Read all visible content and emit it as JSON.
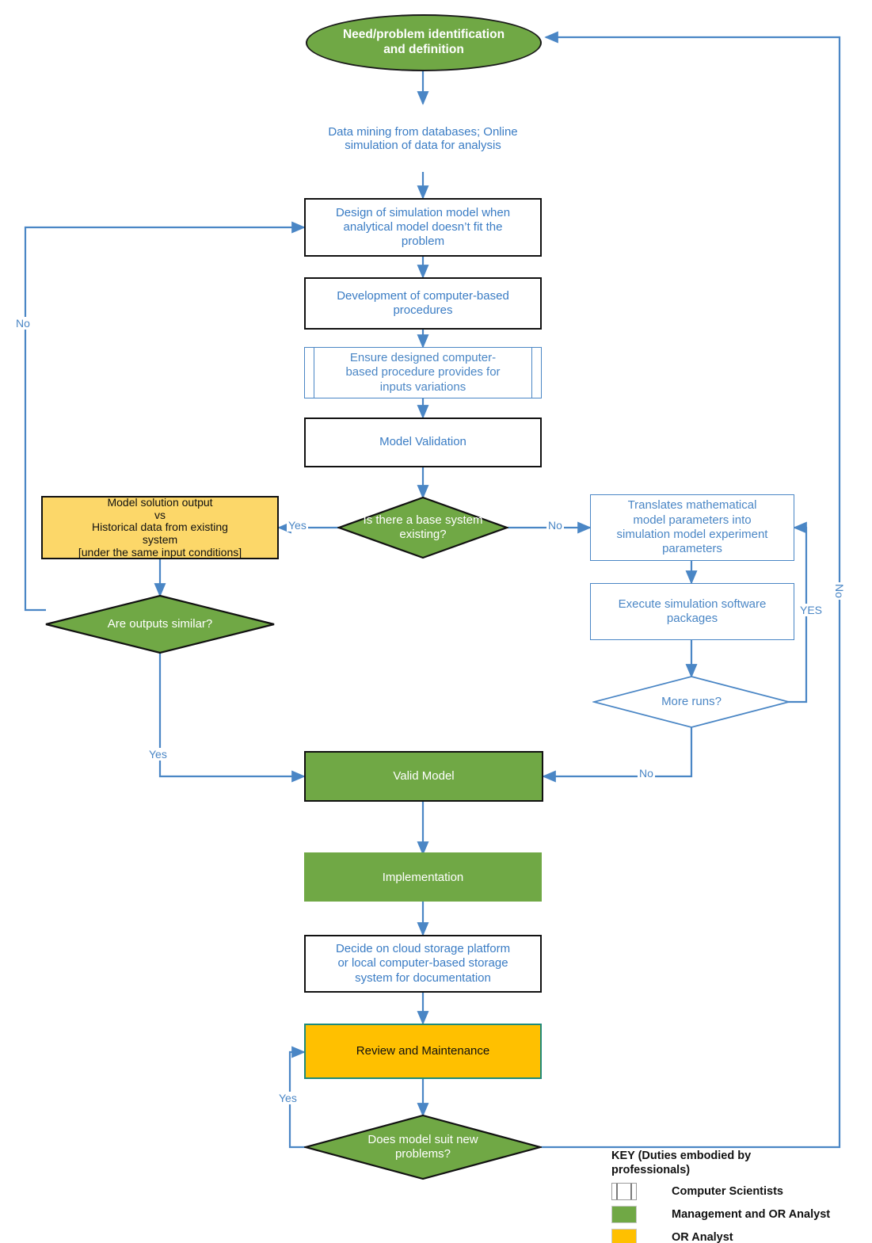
{
  "diagram": {
    "title": "Simulation modelling process flowchart",
    "colors": {
      "green": "#70A845",
      "orange": "#FFC000",
      "yellow": "#FCD769",
      "blue_line": "#4a86c5",
      "blue_text": "#3a7cc4",
      "black": "#111111",
      "teal_border": "#1f8a7a"
    },
    "nodes": [
      {
        "id": "need",
        "shape": "ellipse",
        "label": "Need/problem identification\nand definition"
      },
      {
        "id": "datamining",
        "shape": "parallelogram",
        "label": "Data mining from databases;\nOnline simulation of data for\nanalysis"
      },
      {
        "id": "design",
        "shape": "process",
        "label": "Design of simulation model when\nanalytical model doesn’t fit the\nproblem"
      },
      {
        "id": "develop",
        "shape": "process",
        "label": "Development of computer-based\nprocedures"
      },
      {
        "id": "ensure",
        "shape": "predefined-process",
        "label": "Ensure designed computer-\nbased procedure provides for\ninputs variations"
      },
      {
        "id": "validation",
        "shape": "process",
        "label": "Model Validation"
      },
      {
        "id": "basesystem",
        "shape": "decision",
        "label": "Is there a base system\nexisting?"
      },
      {
        "id": "compare",
        "shape": "process",
        "label": "Model solution output\nvs\nHistorical data from existing\nsystem\n[under the same input conditions]"
      },
      {
        "id": "similar",
        "shape": "decision",
        "label": "Are outputs similar?"
      },
      {
        "id": "translate",
        "shape": "process",
        "label": "Translates mathematical\nmodel parameters into\nsimulation model experiment\nparameters"
      },
      {
        "id": "execute",
        "shape": "process",
        "label": "Execute simulation software\npackages"
      },
      {
        "id": "moreruns",
        "shape": "decision",
        "label": "More runs?"
      },
      {
        "id": "validmodel",
        "shape": "process",
        "label": "Valid Model"
      },
      {
        "id": "implement",
        "shape": "parallelogram",
        "label": "Implementation"
      },
      {
        "id": "storage",
        "shape": "process",
        "label": "Decide on cloud storage platform\nor local computer-based storage\nsystem for documentation"
      },
      {
        "id": "review",
        "shape": "process",
        "label": "Review and Maintenance"
      },
      {
        "id": "suitnew",
        "shape": "decision",
        "label": "Does model suit new\nproblems?"
      }
    ],
    "edge_labels": {
      "base_yes": "Yes",
      "base_no": "No",
      "similar_no": "No",
      "similar_yes": "Yes",
      "moreruns_yes": "YES",
      "moreruns_no": "No",
      "suit_yes": "Yes",
      "suit_no": "No"
    }
  },
  "legend": {
    "title": "KEY (Duties embodied by professionals)",
    "items": [
      {
        "swatch": "predefined-process-swatch",
        "label": "Computer Scientists"
      },
      {
        "swatch": "green-swatch",
        "label": "Management and OR Analyst"
      },
      {
        "swatch": "orange-swatch",
        "label": "OR Analyst"
      }
    ]
  }
}
